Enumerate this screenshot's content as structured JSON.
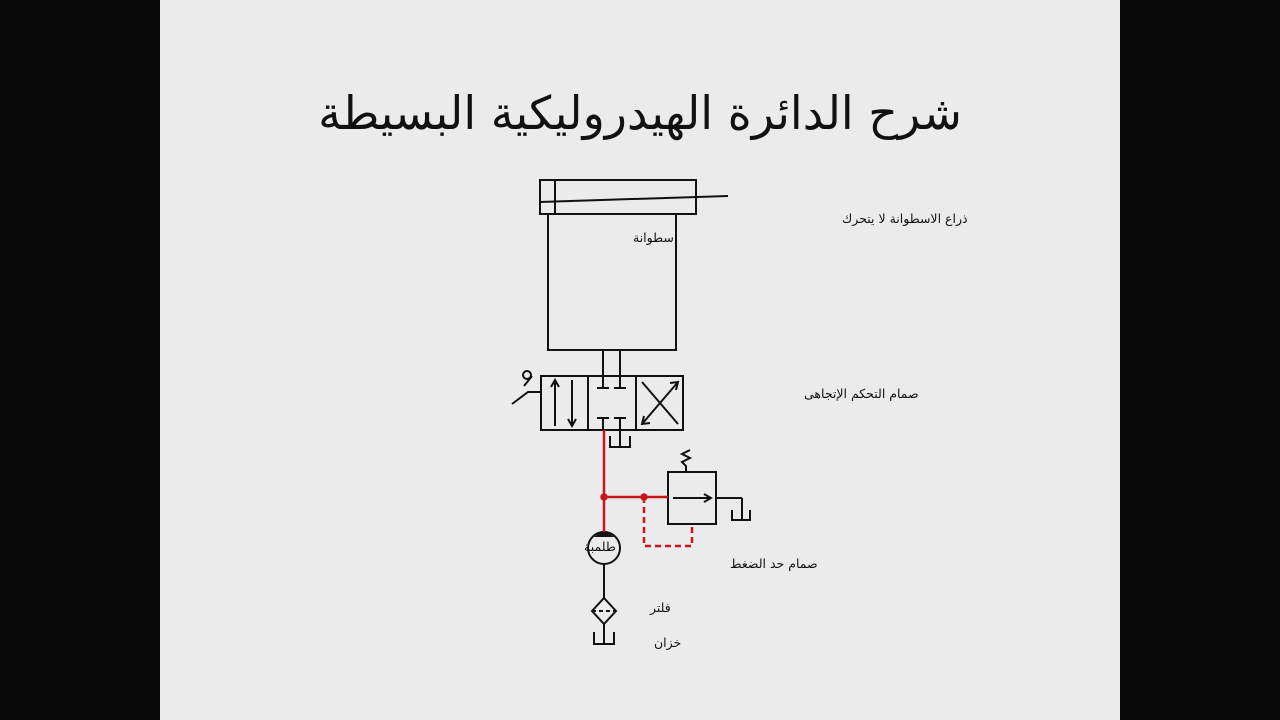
{
  "slide": {
    "title": "شرح الدائرة الهيدروليكية البسيطة"
  },
  "labels": {
    "rod": "ذراع الاسطوانة لا يتحرك",
    "cylinder": "اسطوانة",
    "directional_valve": "صمام التحكم الإتجاهى",
    "pump": "طلمبة",
    "relief_valve": "صمام حد الضغط",
    "filter": "فلتر",
    "tank": "خزان"
  },
  "colors": {
    "pressure_line": "#c8161d",
    "background": "#ebebeb",
    "letterbox": "#0a0a0a",
    "ink": "#111111"
  }
}
